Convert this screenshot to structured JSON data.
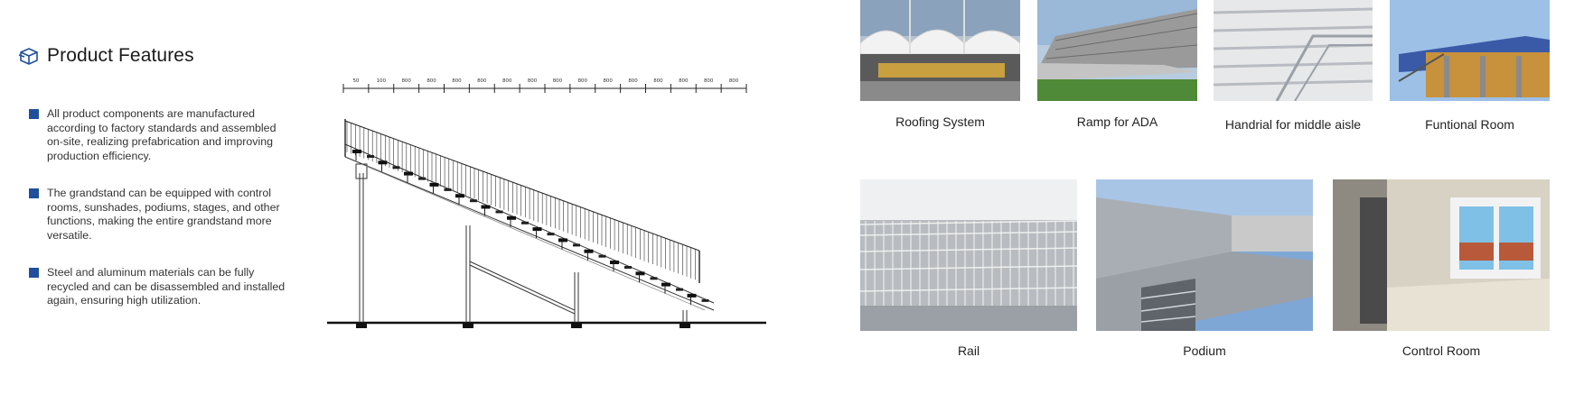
{
  "features": {
    "title": "Product Features",
    "icon": "box-icon",
    "accent_color": "#1f4f9c",
    "items": [
      "All product components are manufactured according to factory standards and assembled on-site, realizing prefabrication and improving production efficiency.",
      "The grandstand can be equipped with control rooms, sunshades, podiums, stages, and other functions, making the entire grandstand more versatile.",
      "Steel and aluminum materials can be fully recycled and can be disassembled and installed again, ensuring high utilization."
    ]
  },
  "drawing": {
    "dimension_labels": [
      "50",
      "100",
      "800",
      "800",
      "800",
      "800",
      "800",
      "800",
      "800",
      "800",
      "800",
      "800",
      "800",
      "800",
      "800",
      "800"
    ]
  },
  "options": [
    {
      "label": "Roofing System"
    },
    {
      "label": "Ramp for ADA"
    },
    {
      "label": "Handrial for middle aisle"
    },
    {
      "label": "Funtional Room"
    },
    {
      "label": "Rail"
    },
    {
      "label": "Podium"
    },
    {
      "label": "Control Room"
    }
  ]
}
